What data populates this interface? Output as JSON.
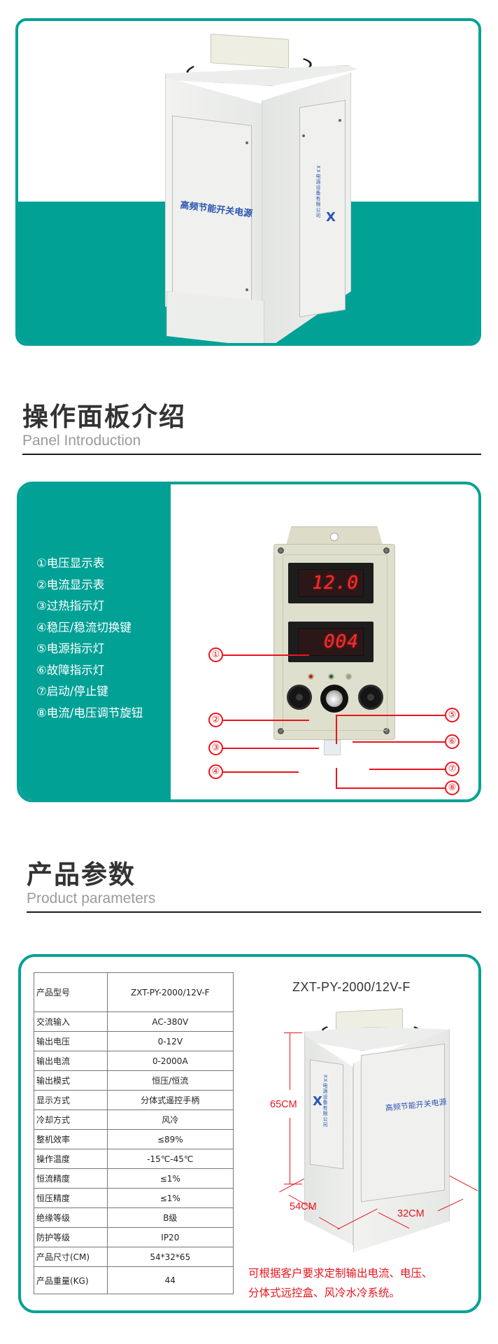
{
  "hero": {
    "cabinet_front_label": "高频节能开关电源",
    "cabinet_side_label": "XX电源设备有限公司",
    "logo_glyph": "X",
    "colors": {
      "teal": "#02a196",
      "label_blue": "#2b55b0"
    }
  },
  "panel_section": {
    "title_zh": "操作面板介绍",
    "title_en": "Panel Introduction",
    "legend": [
      "①电压显示表",
      "②电流显示表",
      "③过热指示灯",
      "④稳压/稳流切换键",
      "⑤电源指示灯",
      "⑥故障指示灯",
      "⑦启动/停止键",
      "⑧电流/电压调节旋钮"
    ],
    "voltage_display": "12.0",
    "current_display": "004",
    "callouts": [
      "①",
      "②",
      "③",
      "④",
      "⑤",
      "⑥",
      "⑦",
      "⑧"
    ],
    "leds": {
      "overheat": "#c81818",
      "power": "#1f6a2a",
      "fault": "#9a9a86"
    },
    "colors": {
      "callout_red": "#e8141e"
    }
  },
  "spec_section": {
    "title_zh": "产品参数",
    "title_en": "Product parameters",
    "table": [
      {
        "label": "产品型号",
        "value": "ZXT-PY-2000/12V-F"
      },
      {
        "label": "交流输入",
        "value": "AC-380V"
      },
      {
        "label": "输出电压",
        "value": "0-12V"
      },
      {
        "label": "输出电流",
        "value": "0-2000A"
      },
      {
        "label": "输出模式",
        "value": "恒压/恒流"
      },
      {
        "label": "显示方式",
        "value": "分体式遥控手柄"
      },
      {
        "label": "冷却方式",
        "value": "风冷"
      },
      {
        "label": "整机效率",
        "value": "≤89%"
      },
      {
        "label": "操作温度",
        "value": "-15℃-45℃"
      },
      {
        "label": "恒流精度",
        "value": "≤1%"
      },
      {
        "label": "恒压精度",
        "value": "≤1%"
      },
      {
        "label": "绝缘等级",
        "value": "B级"
      },
      {
        "label": "防护等级",
        "value": "IP20"
      },
      {
        "label": "产品尺寸(CM)",
        "value": "54*32*65"
      },
      {
        "label": "产品重量(KG)",
        "value": "44"
      }
    ],
    "diagram": {
      "model": "ZXT-PY-2000/12V-F",
      "height_label": "65CM",
      "depth_label": "54CM",
      "width_label": "32CM",
      "cabinet_label": "高频节能开关电源"
    },
    "note_lines": [
      "可根据客户要求定制输出电流、电压、",
      "分体式远控盒、风冷水冷系统。"
    ]
  }
}
